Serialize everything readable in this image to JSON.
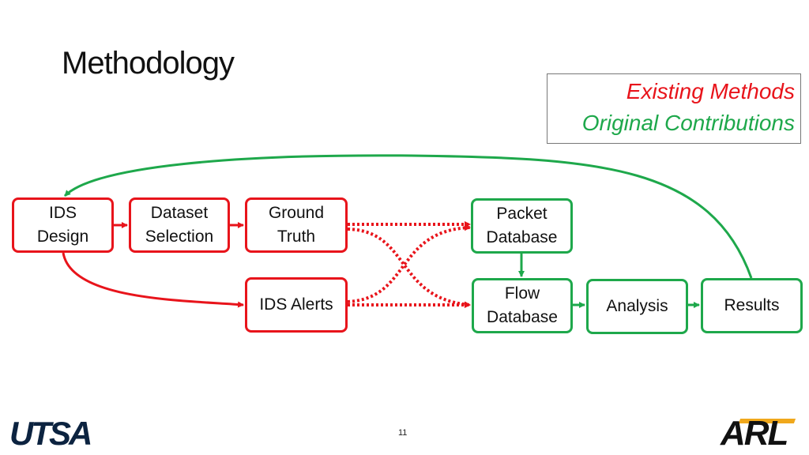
{
  "title": "Methodology",
  "legend": {
    "existing": "Existing Methods",
    "original": "Original Contributions"
  },
  "colors": {
    "existing": "#e8141b",
    "original": "#1ea84b"
  },
  "nodes": {
    "ids_design": "IDS\nDesign",
    "dataset_selection": "Dataset\nSelection",
    "ground_truth": "Ground\nTruth",
    "ids_alerts": "IDS Alerts",
    "packet_database": "Packet\nDatabase",
    "flow_database": "Flow\nDatabase",
    "analysis": "Analysis",
    "results": "Results"
  },
  "page_number": "11",
  "logos": {
    "left": "UTSA",
    "right": "ARL"
  }
}
